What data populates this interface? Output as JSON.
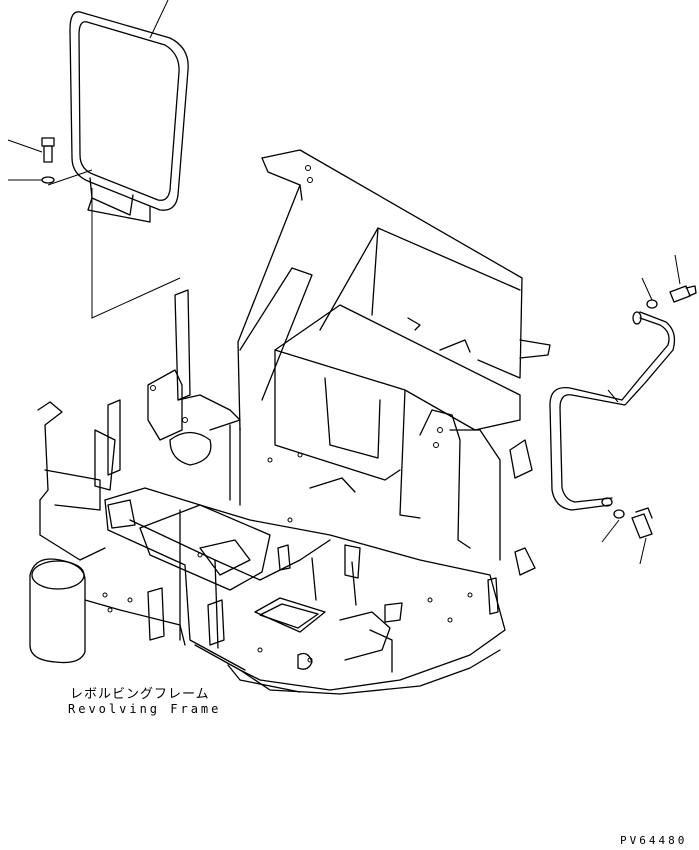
{
  "labels": {
    "part_name_jp": "レボルビングフレーム",
    "part_name_en": "Revolving Frame",
    "drawing_code": "PV64480"
  }
}
